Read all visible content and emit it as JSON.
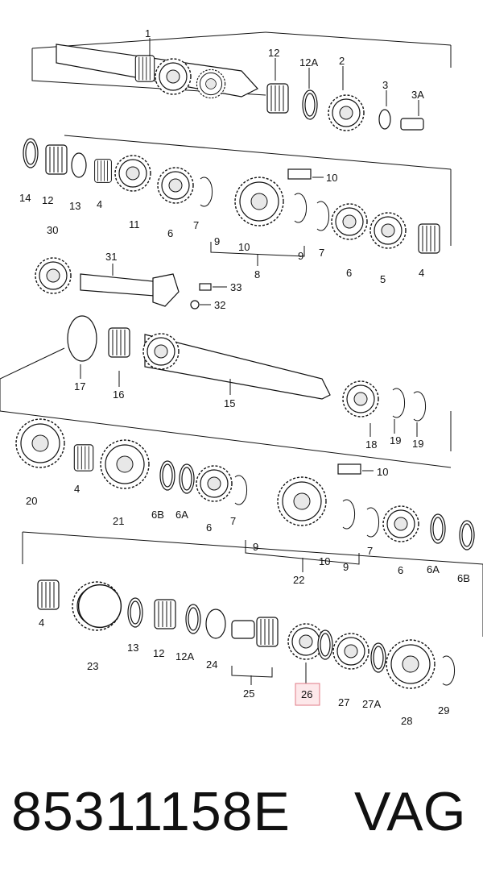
{
  "callouts": {
    "c1": "1",
    "c12a_top": "12",
    "c12A_top": "12A",
    "c2": "2",
    "c3": "3",
    "c3A": "3A",
    "c14": "14",
    "c12_r2": "12",
    "c13_r2": "13",
    "c4_r2": "4",
    "c11": "11",
    "c6_r2a": "6",
    "c7_r2a": "7",
    "c10_top": "10",
    "c9_r2a": "9",
    "c10_r2": "10",
    "c9_r2b": "9",
    "c7_r2b": "7",
    "c6_r2b": "6",
    "c5": "5",
    "c4_r2b": "4",
    "c8": "8",
    "c30": "30",
    "c31": "31",
    "c33": "33",
    "c32": "32",
    "c17": "17",
    "c16": "16",
    "c15": "15",
    "c18": "18",
    "c19a": "19",
    "c19b": "19",
    "c20": "20",
    "c4_r5": "4",
    "c21": "21",
    "c6B_r5": "6B",
    "c6A_r5": "6A",
    "c6_r5a": "6",
    "c7_r5a": "7",
    "c10_r5top": "10",
    "c9_r5a": "9",
    "c10_r5": "10",
    "c9_r5b": "9",
    "c7_r5b": "7",
    "c6_r5b": "6",
    "c6A_r5b": "6A",
    "c6B_r5b": "6B",
    "c22": "22",
    "c4_r6": "4",
    "c23": "23",
    "c13_r6": "13",
    "c12_r6": "12",
    "c12A_r6": "12A",
    "c24": "24",
    "c25": "25",
    "c26": "26",
    "c27": "27",
    "c27A": "27A",
    "c28": "28",
    "c29": "29"
  },
  "highlight": {
    "label": "26",
    "color": "#e07a86"
  },
  "caption": {
    "part_number": "85311158E",
    "brand": "VAG"
  }
}
